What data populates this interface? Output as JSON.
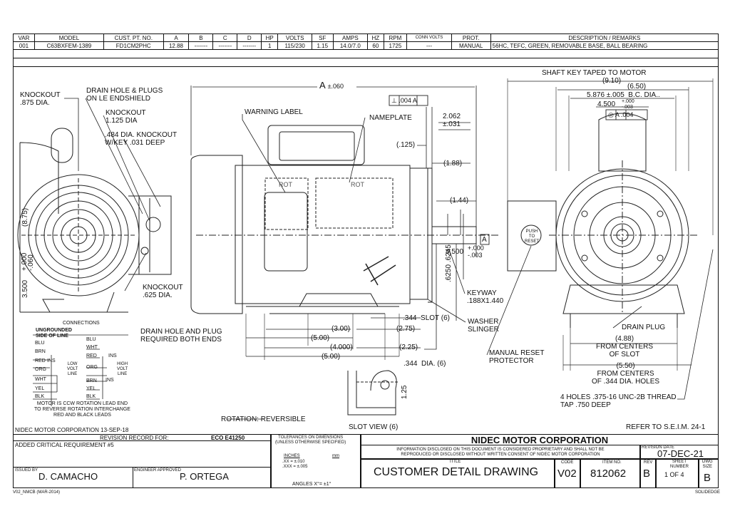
{
  "spec_table": {
    "headers": [
      "VAR",
      "MODEL",
      "CUST. PT. NO.",
      "A",
      "B",
      "C",
      "D",
      "HP",
      "VOLTS",
      "SF",
      "AMPS",
      "HZ",
      "RPM",
      "CONN VOLTS",
      "PROT.",
      "DESCRIPTION / REMARKS"
    ],
    "row": [
      "001",
      "C63BXFEM-1389",
      "FD1CM2PHC",
      "12.88",
      "-------",
      "-------",
      "-------",
      "1",
      "115/230",
      "1.15",
      "14.0/7.0",
      "60",
      "1725",
      "---",
      "MANUAL",
      "56HC, TEFC, GREEN, REMOVABLE BASE, BALL BEARING"
    ]
  },
  "labels": {
    "knockout_875": "KNOCKOUT\n.875 DIA.",
    "drain_hole_plugs": "DRAIN HOLE & PLUGS\nON LE ENDSHIELD",
    "knockout_1125": "KNOCKOUT\n1.125 DIA",
    "knockout_484": ".484 DIA. KNOCKOUT\nW/KEY .031 DEEP",
    "warning_label": "WARNING LABEL",
    "nameplate": "NAMEPLATE",
    "a_tol": "A",
    "a_tol_value": "±.060",
    "perp_tol": "⊥ .004 A",
    "dim_2062": "2.062\n±.031",
    "dim_125": "(.125)",
    "dim_188": "(1.88)",
    "dim_144": "(1.44)",
    "datum_a": "A",
    "dim_4500": "4.500",
    "dim_4500_tol": "+.000\n-.003",
    "dim_6250": ".6250\n.6245",
    "keyway": "KEYWAY\n.188X1.440",
    "washer_slinger": "WASHER\nSLINGER",
    "manual_reset": "MANUAL RESET\nPROTECTOR",
    "shaft_key": "SHAFT KEY TAPED TO MOTOR",
    "dim_910": "(9.10)",
    "dim_650": "(6.50)",
    "dim_5876": "5.876 ±.005  B.C. DIA..",
    "dim_4500_top": "4.500",
    "dim_4500_top_tol": "+.000\n-.003",
    "conc_tol": "◎ A .004",
    "drain_plug": "DRAIN PLUG",
    "dim_488": "(4.88)\nFROM CENTERS\nOF SLOT",
    "dim_550": "(5.50)\nFROM CENTERS\nOF .344 DIA. HOLES",
    "holes_thread": "4 HOLES .375-16 UNC-2B THREAD\nTAP .750 DEEP",
    "dim_875": "(8.75)",
    "dim_3500": "3.500",
    "dim_3500_tol": "+.000\n-.060",
    "knockout_625": "KNOCKOUT\n.625 DIA.",
    "drain_hole_both": "DRAIN HOLE AND PLUG\nREQUIRED BOTH ENDS",
    "dim_300": "(3.00)",
    "dim_275": "(2.75)",
    "dim_500a": "(5.00)",
    "dim_4000": "(4.000)",
    "dim_225": "(2.25)",
    "dim_500b": "(5.00)",
    "slot_344": ".344  SLOT (6)",
    "dia_344": ".344  DIA. (6)",
    "dim_125_slot": "1.25",
    "slot_view": "SLOT VIEW (6)",
    "rotation": "ROTATION: REVERSIBLE",
    "refer": "REFER TO S.E.I.M. 24-1",
    "plate_rot": "ROT",
    "reset_button": "PUSH\nTO\nRESET"
  },
  "connections": {
    "title": "CONNECTIONS",
    "side": "UNGROUNDED\nSIDE OF LINE",
    "left_leads": [
      "BLU",
      "BRN",
      "RED",
      "ORG",
      "WHT",
      "YEL",
      "BLK"
    ],
    "ins": "INS",
    "low_volt": "LOW\nVOLT\nLINE",
    "right_leads": [
      "BLU",
      "WHT",
      "RED",
      "ORG",
      "BRN",
      "YEL",
      "BLK"
    ],
    "high_volt": "HIGH\nVOLT\nLINE",
    "note": "MOTOR IS CCW ROTATION LEAD END\nTO REVERSE ROTATION INTERCHANGE\nRED AND BLACK LEADS"
  },
  "title_block": {
    "corp_date": "NIDEC MOTOR CORPORATION 13-SEP-18",
    "revision_record": "REVISION RECORD FOR:",
    "eco": "ECO E41250",
    "added_req": "ADDED CRITICAL REQUIREMENT #5",
    "tolerances": "TOLERANCES ON DIMENSIONS\n(UNLESS OTHERWISE SPECIFIED)",
    "inches": "INCHES",
    "mm": "mm",
    "tol_xx": ".XX = ±.010",
    "tol_xxx": ".XXX = ±.005",
    "angles": "ANGLES  X°= ±1°",
    "company": "NIDEC MOTOR CORPORATION",
    "proprietary": "INFORMATION DISCLOSED ON THIS DOCUMENT IS CONSIDERED PROPRIETARY AND SHALL NOT BE\nREPRODUCED OR DISCLOSED WITHOUT WRITTEN CONSENT OF NIDEC MOTOR CORPORATION",
    "revision_date_label": "REVISION DATE",
    "revision_date": "07-DEC-21",
    "title_label": "TITLE",
    "title": "CUSTOMER  DETAIL  DRAWING",
    "code_label": "CODE",
    "code": "V02",
    "item_label": "ITEM NO.",
    "item": "812062",
    "rev_label": "REV",
    "rev": "B",
    "sheet_label": "SHEET\nNUMBER",
    "sheet": "1  OF  4",
    "dwg_label": "DWG\nSIZE",
    "dwg": "B",
    "issued_label": "ISSUED BY",
    "issued": "D. CAMACHO",
    "engineer_label": "ENGINEER APPROVED",
    "engineer": "P. ORTEGA",
    "footer_left": "V02_NMCB (MAR-2014)",
    "footer_right": "SOLIDEDGE"
  }
}
